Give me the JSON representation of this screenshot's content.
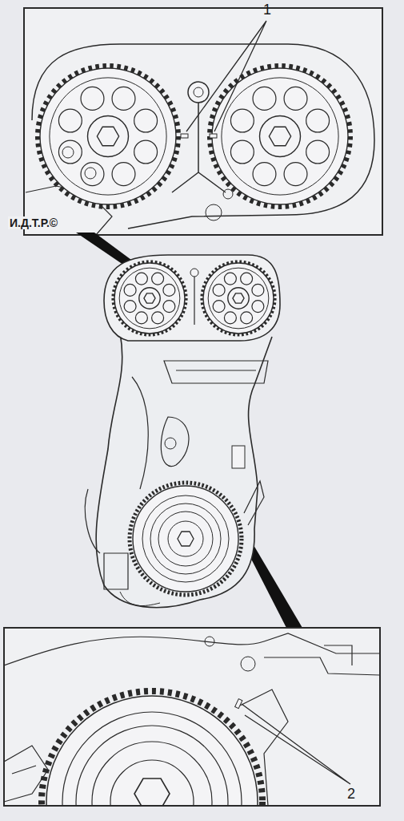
{
  "diagram": {
    "labels": [
      "1",
      "И.Д.Т.Р.©",
      "2"
    ]
  }
}
